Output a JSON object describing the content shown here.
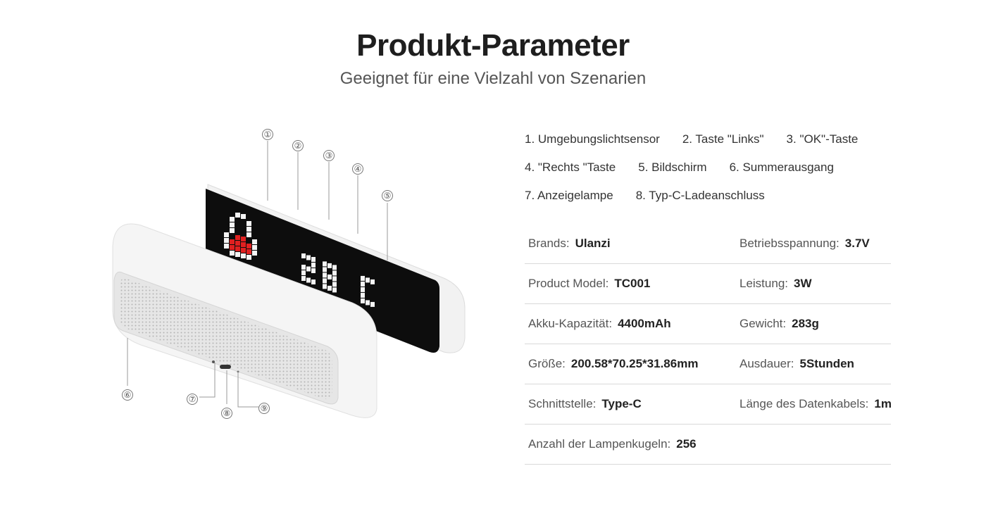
{
  "header": {
    "title": "Produkt-Parameter",
    "subtitle": "Geeignet für eine Vielzahl von Szenarien"
  },
  "callouts": [
    "①",
    "②",
    "③",
    "④",
    "⑤",
    "⑥",
    "⑦",
    "⑧",
    "⑨"
  ],
  "display": {
    "digits": "28 C",
    "accent_color": "#e02020"
  },
  "parts": {
    "rows": [
      [
        "1. Umgebungslichtsensor",
        "2. Taste \"Links\"",
        "3. \"OK\"-Taste"
      ],
      [
        "4. \"Rechts \"Taste",
        "5. Bildschirm",
        "6. Summerausgang"
      ],
      [
        "7. Anzeigelampe",
        "8. Typ-C-Ladeanschluss"
      ]
    ]
  },
  "specs": {
    "rows": [
      [
        {
          "label": "Brands:",
          "value": "Ulanzi"
        },
        {
          "label": "Betriebsspannung:",
          "value": "3.7V"
        }
      ],
      [
        {
          "label": "Product Model:",
          "value": "TC001"
        },
        {
          "label": "Leistung:",
          "value": "3W"
        }
      ],
      [
        {
          "label": "Akku-Kapazität:",
          "value": "4400mAh"
        },
        {
          "label": "Gewicht:",
          "value": "283g"
        }
      ],
      [
        {
          "label": "Größe:",
          "value": "200.58*70.25*31.86mm"
        },
        {
          "label": "Ausdauer:",
          "value": "5Stunden"
        }
      ],
      [
        {
          "label": "Schnittstelle:",
          "value": "Type-C"
        },
        {
          "label": "Länge des Datenkabels:",
          "value": "1m"
        }
      ],
      [
        {
          "label": "Anzahl der Lampenkugeln:",
          "value": "256"
        }
      ]
    ]
  }
}
